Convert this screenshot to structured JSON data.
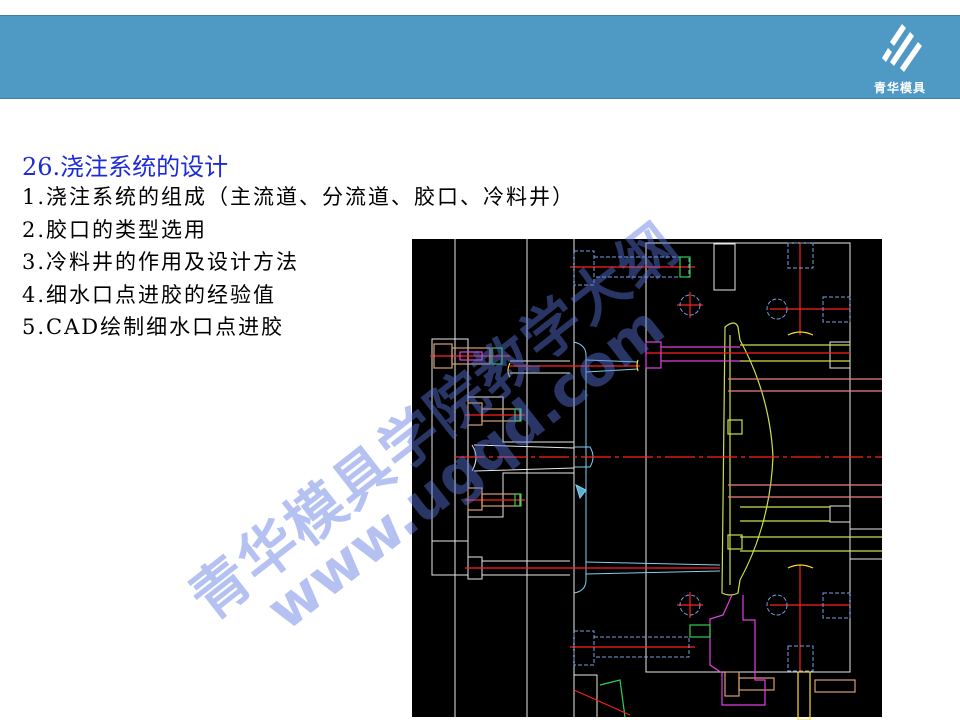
{
  "header": {
    "logo_text": "青华模具",
    "banner_color": "#4f99c5"
  },
  "slide": {
    "title": "26.浇注系统的设计",
    "items": [
      "1.浇注系统的组成（主流道、分流道、胶口、冷料井）",
      "2.胶口的类型选用",
      "3.冷料井的作用及设计方法",
      "4.细水口点进胶的经验值",
      "5.CAD绘制细水口点进胶"
    ]
  },
  "watermark": {
    "line1": "青华模具学院教学大纲",
    "line2": "www.ugqd.com"
  },
  "colors": {
    "title": "#1d2bd6",
    "cad_bg": "#000000"
  }
}
